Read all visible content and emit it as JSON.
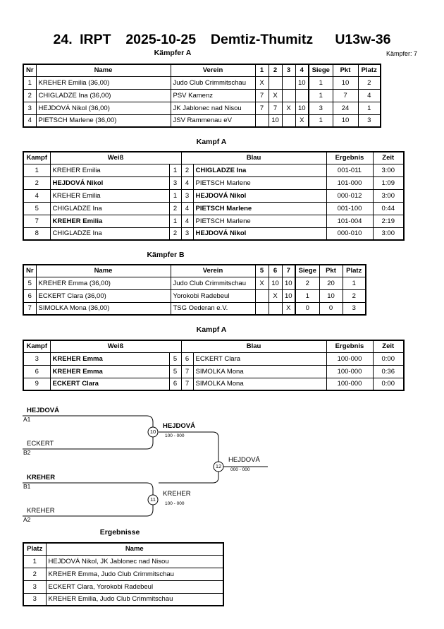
{
  "title": "24. IRPT  2025-10-25  Demtiz-Thumitz   U13w-36",
  "kaempfer_count": "Kämpfer: 7",
  "pool_a": {
    "heading": "Kämpfer A",
    "headers": [
      "Nr",
      "Name",
      "Verein",
      "1",
      "2",
      "3",
      "4",
      "Siege",
      "Pkt",
      "Platz"
    ],
    "rows": [
      {
        "nr": "1",
        "name": "KREHER Emilia  (36,00)",
        "verein": "Judo Club Crimmitschau",
        "c1": "X",
        "c2": "",
        "c3": "",
        "c4": "10",
        "siege": "1",
        "pkt": "10",
        "platz": "2"
      },
      {
        "nr": "2",
        "name": "CHIGLADZE  Ina  (36,00)",
        "verein": "PSV Kamenz",
        "c1": "7",
        "c2": "X",
        "c3": "",
        "c4": "",
        "siege": "1",
        "pkt": "7",
        "platz": "4"
      },
      {
        "nr": "3",
        "name": "HEJDOVÁ Nikol  (36,00)",
        "verein": "JK Jablonec nad Nisou",
        "c1": "7",
        "c2": "7",
        "c3": "X",
        "c4": "10",
        "siege": "3",
        "pkt": "24",
        "platz": "1"
      },
      {
        "nr": "4",
        "name": "PIETSCH  Marlene  (36,00)",
        "verein": "JSV Rammenau eV",
        "c1": "",
        "c2": "10",
        "c3": "",
        "c4": "X",
        "siege": "1",
        "pkt": "10",
        "platz": "3"
      }
    ]
  },
  "fights_a": {
    "heading": "Kampf A",
    "headers": [
      "Kampf",
      "Weiß",
      "Blau",
      "Ergebnis",
      "Zeit"
    ],
    "rows": [
      {
        "kampf": "1",
        "weiss": "KREHER Emilia",
        "wb": false,
        "wn": "1",
        "bn": "2",
        "blau": "CHIGLADZE  Ina",
        "bb": true,
        "erg": "001-011",
        "zeit": "3:00"
      },
      {
        "kampf": "2",
        "weiss": "HEJDOVÁ Nikol",
        "wb": true,
        "wn": "3",
        "bn": "4",
        "blau": "PIETSCH  Marlene",
        "bb": false,
        "erg": "101-000",
        "zeit": "1:09"
      },
      {
        "kampf": "4",
        "weiss": "KREHER Emilia",
        "wb": false,
        "wn": "1",
        "bn": "3",
        "blau": "HEJDOVÁ Nikol",
        "bb": true,
        "erg": "000-012",
        "zeit": "3:00"
      },
      {
        "kampf": "5",
        "weiss": "CHIGLADZE  Ina",
        "wb": false,
        "wn": "2",
        "bn": "4",
        "blau": "PIETSCH  Marlene",
        "bb": true,
        "erg": "001-100",
        "zeit": "0:44"
      },
      {
        "kampf": "7",
        "weiss": "KREHER Emilia",
        "wb": true,
        "wn": "1",
        "bn": "4",
        "blau": "PIETSCH  Marlene",
        "bb": false,
        "erg": "101-004",
        "zeit": "2:19"
      },
      {
        "kampf": "8",
        "weiss": "CHIGLADZE  Ina",
        "wb": false,
        "wn": "2",
        "bn": "3",
        "blau": "HEJDOVÁ Nikol",
        "bb": true,
        "erg": "000-010",
        "zeit": "3:00"
      }
    ]
  },
  "pool_b": {
    "heading": "Kämpfer B",
    "headers": [
      "Nr",
      "Name",
      "Verein",
      "5",
      "6",
      "7",
      "Siege",
      "Pkt",
      "Platz"
    ],
    "rows": [
      {
        "nr": "5",
        "name": "KREHER Emma  (36,00)",
        "verein": "Judo Club Crimmitschau",
        "c5": "X",
        "c6": "10",
        "c7": "10",
        "siege": "2",
        "pkt": "20",
        "platz": "1"
      },
      {
        "nr": "6",
        "name": "ECKERT Clara  (36,00)",
        "verein": "Yorokobi Radebeul",
        "c5": "",
        "c6": "X",
        "c7": "10",
        "siege": "1",
        "pkt": "10",
        "platz": "2"
      },
      {
        "nr": "7",
        "name": "SIMOLKA Mona  (36,00)",
        "verein": "TSG Oederan e.V.",
        "c5": "",
        "c6": "",
        "c7": "X",
        "siege": "0",
        "pkt": "0",
        "platz": "3"
      }
    ]
  },
  "fights_b": {
    "heading": "Kampf A",
    "headers": [
      "Kampf",
      "Weiß",
      "Blau",
      "Ergebnis",
      "Zeit"
    ],
    "rows": [
      {
        "kampf": "3",
        "weiss": "KREHER Emma",
        "wb": true,
        "wn": "5",
        "bn": "6",
        "blau": "ECKERT Clara",
        "bb": false,
        "erg": "100-000",
        "zeit": "0:00"
      },
      {
        "kampf": "6",
        "weiss": "KREHER Emma",
        "wb": true,
        "wn": "5",
        "bn": "7",
        "blau": "SIMOLKA Mona",
        "bb": false,
        "erg": "100-000",
        "zeit": "0:36"
      },
      {
        "kampf": "9",
        "weiss": "ECKERT Clara",
        "wb": true,
        "wn": "6",
        "bn": "7",
        "blau": "SIMOLKA Mona",
        "bb": false,
        "erg": "100-000",
        "zeit": "0:00"
      }
    ]
  },
  "bracket": {
    "top1_name": "HEJDOVÁ",
    "top1_seed": "A1",
    "top2_name": "ECKERT",
    "top2_seed": "B2",
    "bot1_name": "KREHER",
    "bot1_seed": "B1",
    "bot2_name": "KREHER",
    "bot2_seed": "A2",
    "f10_num": "10",
    "f10_winner": "HEJDOVÁ",
    "f10_score": "100 - 000",
    "f11_num": "11",
    "f11_winner": "KREHER",
    "f11_score": "100 - 000",
    "f12_num": "12",
    "f12_winner": "HEJDOVÁ",
    "f12_score": "000 - 000"
  },
  "results": {
    "heading": "Ergebnisse",
    "headers": [
      "Platz",
      "Name"
    ],
    "rows": [
      {
        "platz": "1",
        "name": "HEJDOVÁ Nikol, JK Jablonec nad Nisou"
      },
      {
        "platz": "2",
        "name": "KREHER Emma, Judo Club Crimmitschau"
      },
      {
        "platz": "3",
        "name": "ECKERT Clara, Yorokobi Radebeul"
      },
      {
        "platz": "3",
        "name": "KREHER Emilia, Judo Club Crimmitschau"
      }
    ]
  }
}
